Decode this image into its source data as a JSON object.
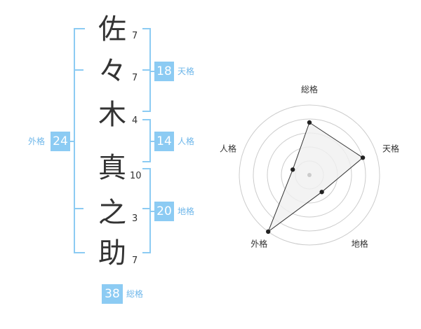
{
  "name": {
    "characters": [
      {
        "char": "佐",
        "strokes": "7"
      },
      {
        "char": "々",
        "strokes": "7"
      },
      {
        "char": "木",
        "strokes": "4"
      },
      {
        "char": "真",
        "strokes": "10"
      },
      {
        "char": "之",
        "strokes": "3"
      },
      {
        "char": "助",
        "strokes": "7"
      }
    ]
  },
  "scores": {
    "tenkaku": {
      "label": "天格",
      "value": "18"
    },
    "jinkaku": {
      "label": "人格",
      "value": "14"
    },
    "chikaku": {
      "label": "地格",
      "value": "20"
    },
    "gaikaku": {
      "label": "外格",
      "value": "24"
    },
    "soukaku": {
      "label": "総格",
      "value": "38"
    }
  },
  "colors": {
    "accent": "#8ccbf3",
    "label": "#6fb7ea",
    "text": "#333333",
    "grid": "#cccccc",
    "fill": "#f0f0f0"
  },
  "chart_data": {
    "type": "radar",
    "axes": [
      "総格",
      "天格",
      "地格",
      "外格",
      "人格"
    ],
    "values": [
      0.75,
      0.8,
      0.3,
      1.0,
      0.25
    ],
    "rings": 5
  }
}
